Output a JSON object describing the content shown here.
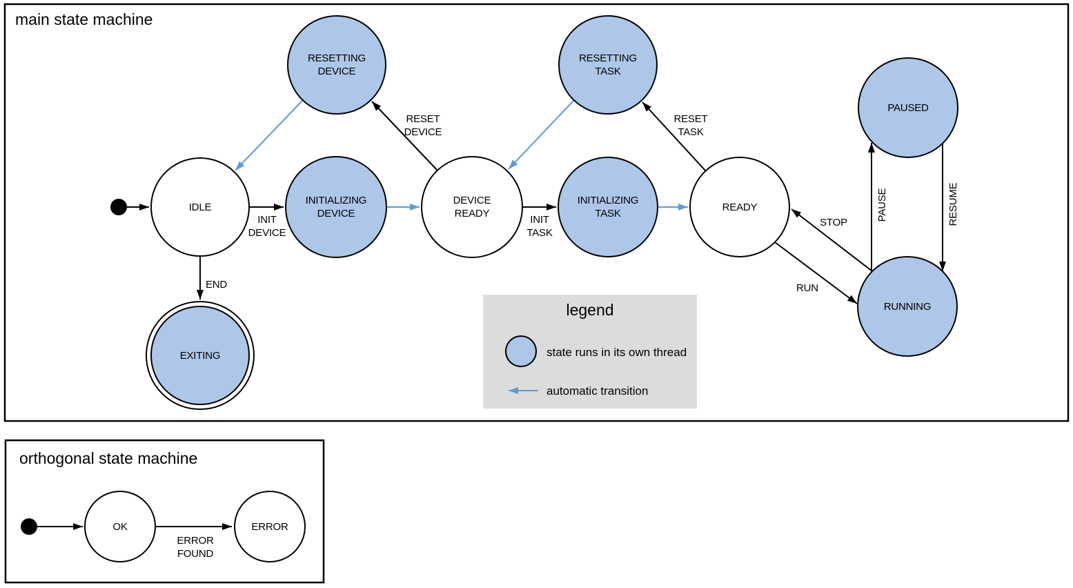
{
  "colors": {
    "threaded_state_fill": "#aec6e8",
    "plain_state_fill": "#ffffff",
    "outline": "#000000",
    "automatic_transition_arrow": "#5b9bd5",
    "legend_background": "#dcdcdc"
  },
  "main": {
    "title": "main state machine",
    "states": {
      "idle": "IDLE",
      "initializing_device": [
        "INITIALIZING",
        "DEVICE"
      ],
      "device_ready": [
        "DEVICE",
        "READY"
      ],
      "initializing_task": [
        "INITIALIZING",
        "TASK"
      ],
      "ready": "READY",
      "resetting_device": [
        "RESETTING",
        "DEVICE"
      ],
      "resetting_task": [
        "RESETTING",
        "TASK"
      ],
      "paused": "PAUSED",
      "running": "RUNNING",
      "exiting": "EXITING"
    },
    "transitions": {
      "init_device": [
        "INIT",
        "DEVICE"
      ],
      "reset_device": [
        "RESET",
        "DEVICE"
      ],
      "init_task": [
        "INIT",
        "TASK"
      ],
      "reset_task": [
        "RESET",
        "TASK"
      ],
      "run": "RUN",
      "stop": "STOP",
      "pause": "PAUSE",
      "resume": "RESUME",
      "end": "END"
    }
  },
  "legend": {
    "title": "legend",
    "threaded_label": "state runs in its own thread",
    "auto_label": "automatic transition"
  },
  "orthogonal": {
    "title": "orthogonal state machine",
    "states": {
      "ok": "OK",
      "error": "ERROR"
    },
    "transitions": {
      "error_found": [
        "ERROR",
        "FOUND"
      ]
    }
  }
}
